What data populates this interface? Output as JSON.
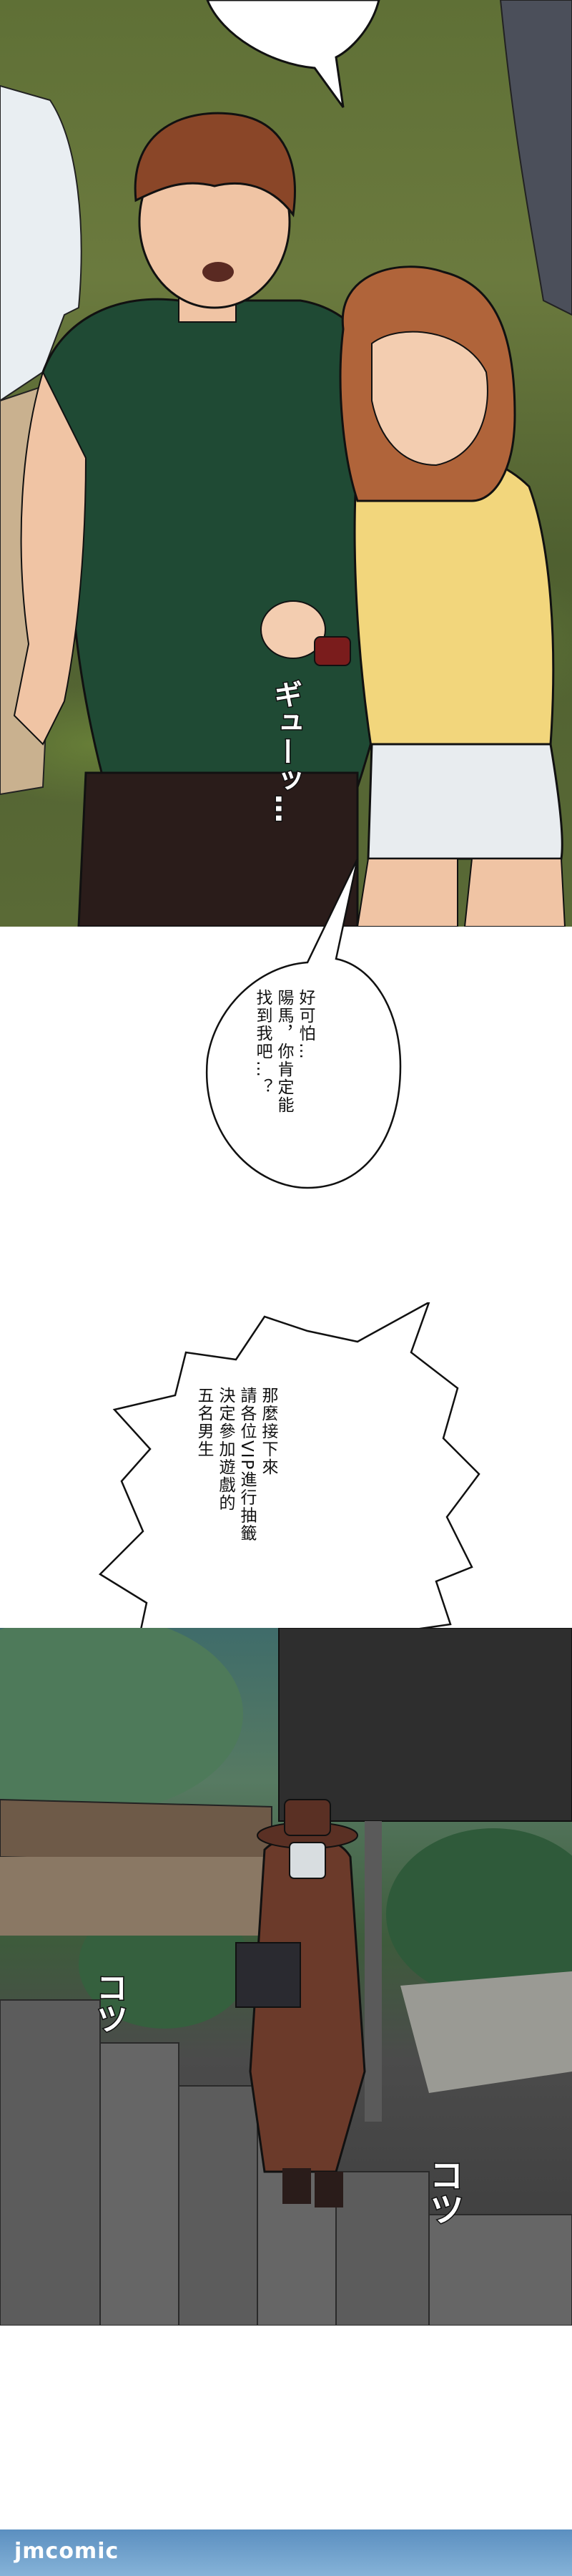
{
  "panels": {
    "park": {
      "sfx_squeeze": "ギューッ…"
    },
    "dialog_girl": {
      "lines": [
        "好可怕…",
        "陽馬，你肯定能",
        "找到我吧…？"
      ]
    },
    "dialog_host": {
      "lines": [
        "那麼接下來",
        "請各位VIP進行抽籤",
        "決定參加遊戲的",
        "五名男生"
      ]
    },
    "courtyard": {
      "sfx_step_left": "コツ",
      "sfx_step_right": "コツ"
    }
  },
  "watermark": "jmcomic",
  "colors": {
    "green_shirt": "#1f4a34",
    "yellow_shirt": "#f2d67c",
    "hair": "#8a4628",
    "coat": "#6b3a2a"
  }
}
